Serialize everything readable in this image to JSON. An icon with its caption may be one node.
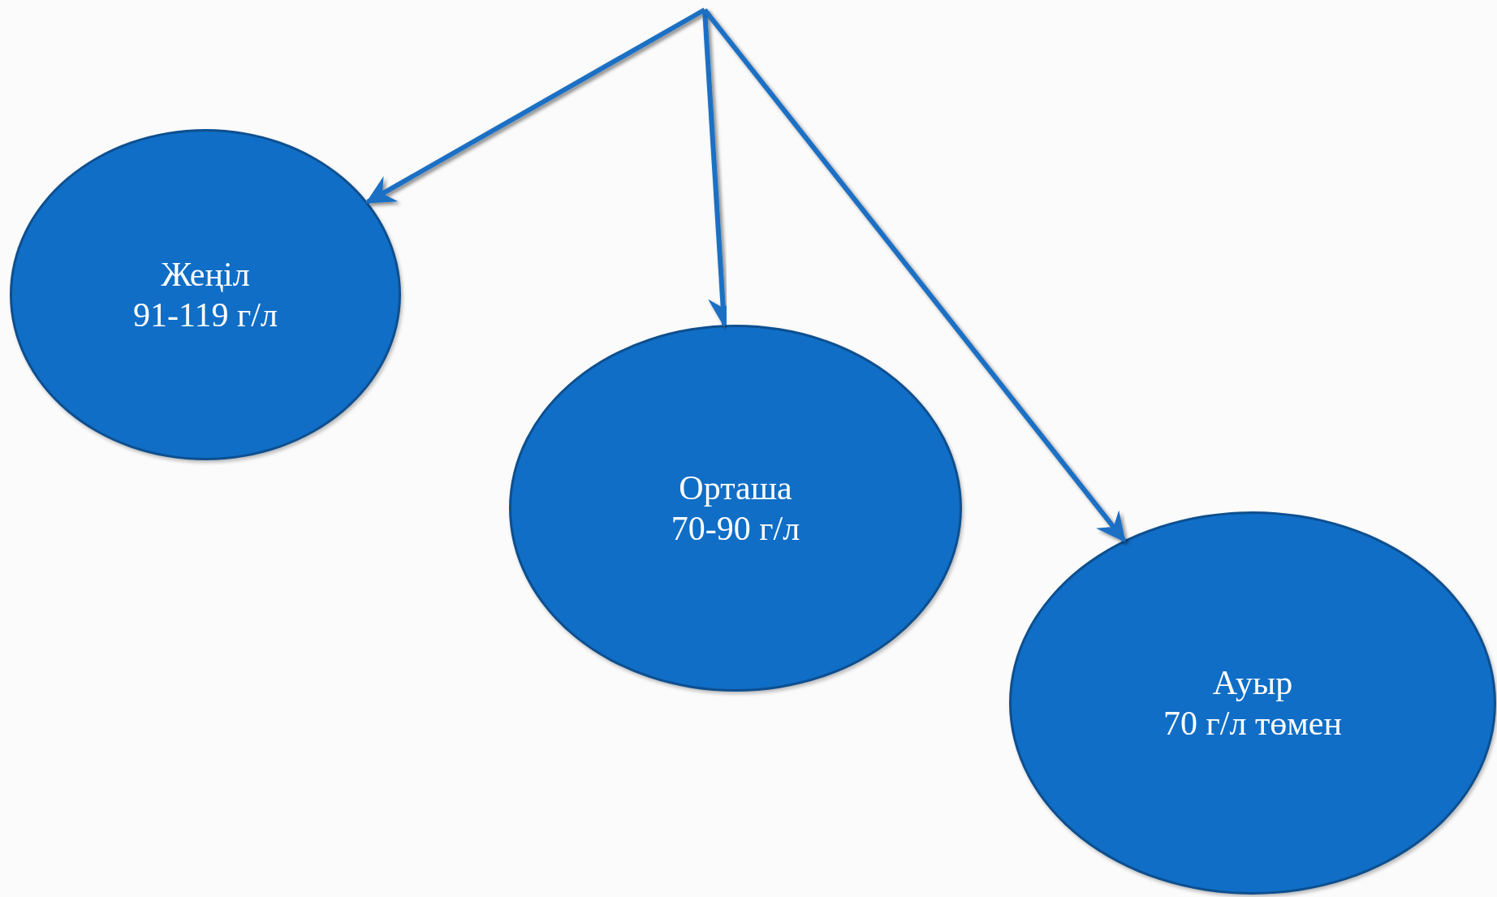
{
  "diagram": {
    "nodes": [
      {
        "text": [
          "Жеңіл",
          "91-119 г/л"
        ]
      },
      {
        "text": [
          "Орташа",
          "70-90 г/л"
        ]
      },
      {
        "text": [
          "Ауыр",
          "70 г/л төмен"
        ]
      }
    ],
    "edges": [
      {
        "from": null,
        "to": 0,
        "arrow": "to"
      },
      {
        "from": null,
        "to": 1,
        "arrow": "to"
      },
      {
        "from": null,
        "to": 2,
        "arrow": "to"
      }
    ]
  }
}
